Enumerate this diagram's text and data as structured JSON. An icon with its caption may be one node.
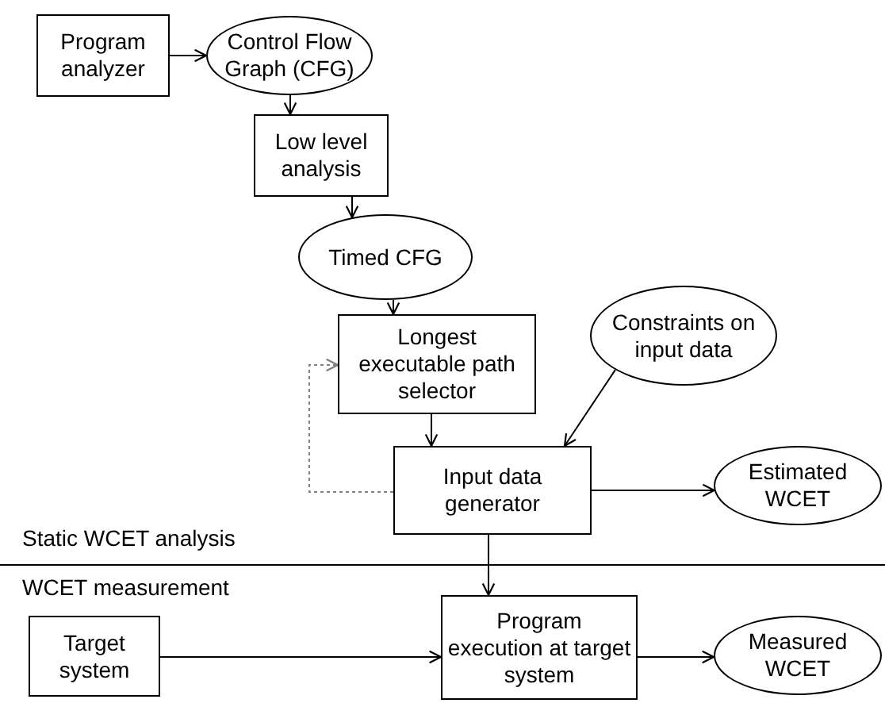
{
  "diagram": {
    "nodes": [
      {
        "text": [
          "Program analyzer"
        ]
      },
      {
        "text": [
          "Control Flow Graph (CFG)"
        ]
      },
      {
        "text": [
          "Low level analysis"
        ]
      },
      {
        "text": [
          "Timed CFG"
        ]
      },
      {
        "text": [
          "Longest executable path selector"
        ]
      },
      {
        "text": [
          "Constraints on input data"
        ]
      },
      {
        "text": [
          "Input data generator"
        ]
      },
      {
        "text": [
          "Estimated WCET"
        ]
      },
      {
        "text": [
          "Target system"
        ]
      },
      {
        "text": [
          "Program execution at target system"
        ]
      },
      {
        "text": [
          "Measured WCET"
        ]
      }
    ],
    "edges": [
      {
        "from": 0,
        "to": 1,
        "arrow": "to"
      },
      {
        "from": 1,
        "to": 2,
        "arrow": "to"
      },
      {
        "from": 2,
        "to": 3,
        "arrow": "to"
      },
      {
        "from": 3,
        "to": 4,
        "arrow": "to"
      },
      {
        "from": 4,
        "to": 6,
        "arrow": "to"
      },
      {
        "from": 5,
        "to": 6,
        "arrow": "to"
      },
      {
        "from": 6,
        "to": 4,
        "arrow": "to",
        "style": "dashed",
        "color": "#808080"
      },
      {
        "from": 6,
        "to": 7,
        "arrow": "to"
      },
      {
        "from": 6,
        "to": 9,
        "arrow": "to"
      },
      {
        "from": 8,
        "to": 9,
        "arrow": "to"
      },
      {
        "from": 9,
        "to": 10,
        "arrow": "to"
      }
    ],
    "labels": [
      "Static WCET analysis",
      "WCET measurement"
    ]
  }
}
